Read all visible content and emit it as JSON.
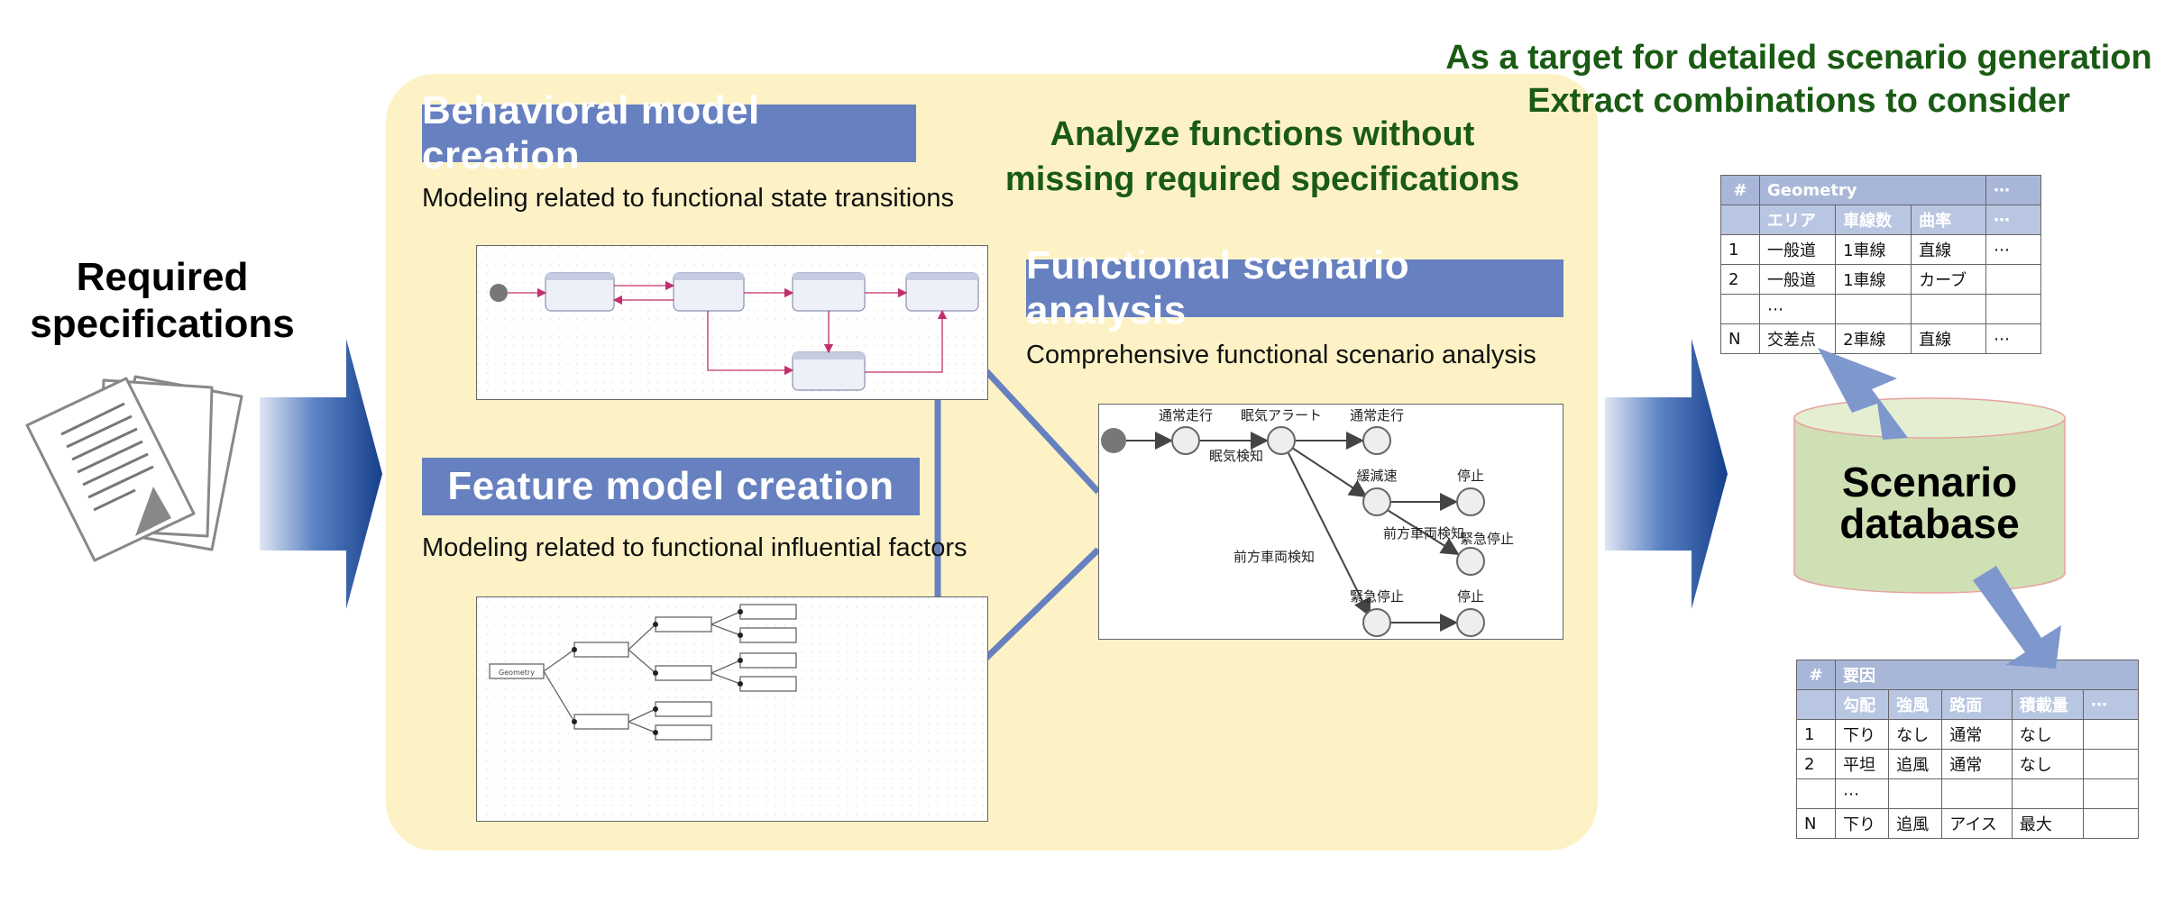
{
  "required": {
    "line1": "Required",
    "line2": "specifications"
  },
  "behavioral": {
    "title": "Behavioral model creation",
    "subtitle": "Modeling related to functional state transitions"
  },
  "feature": {
    "title": "Feature model creation",
    "subtitle": "Modeling related to functional influential factors"
  },
  "functional": {
    "title": "Functional scenario analysis",
    "subtitle": "Comprehensive functional scenario analysis"
  },
  "analyze": {
    "line1": "Analyze functions without",
    "line2": "missing required specifications"
  },
  "target": {
    "line1": "As a target for detailed scenario generation",
    "line2": "Extract combinations to consider"
  },
  "database": {
    "line1": "Scenario",
    "line2": "database"
  },
  "scenario_graph": {
    "top_labels": [
      "通常走行",
      "眠気アラート",
      "通常走行"
    ],
    "edge_label_drowsy": "眠気検知",
    "decel": "緩減速",
    "stop1": "停止",
    "front_detect": "前方車両検知",
    "emergency_stop": "緊急停止",
    "front_detect2": "前方車両検知",
    "emergency_stop2": "緊急停止",
    "stop2": "停止"
  },
  "table1": {
    "hash": "#",
    "group": "Geometry",
    "dots": "⋯",
    "cols": [
      "エリア",
      "車線数",
      "曲率"
    ],
    "rows": [
      {
        "n": "1",
        "a": "一般道",
        "b": "1車線",
        "c": "直線",
        "d": "⋯"
      },
      {
        "n": "2",
        "a": "一般道",
        "b": "1車線",
        "c": "カーブ",
        "d": ""
      },
      {
        "n": "",
        "a": "⋯",
        "b": "",
        "c": "",
        "d": ""
      },
      {
        "n": "N",
        "a": "交差点",
        "b": "2車線",
        "c": "直線",
        "d": "⋯"
      }
    ]
  },
  "table2": {
    "hash": "#",
    "group": "要因",
    "dots": "⋯",
    "cols": [
      "勾配",
      "強風",
      "路面",
      "積載量"
    ],
    "rows": [
      {
        "n": "1",
        "a": "下り",
        "b": "なし",
        "c": "通常",
        "d": "なし"
      },
      {
        "n": "2",
        "a": "平坦",
        "b": "追風",
        "c": "通常",
        "d": "なし"
      },
      {
        "n": "",
        "a": "⋯",
        "b": "",
        "c": "",
        "d": ""
      },
      {
        "n": "N",
        "a": "下り",
        "b": "追風",
        "c": "アイス",
        "d": "最大"
      }
    ]
  },
  "feature_tree": {
    "root": "Geometry"
  },
  "colors": {
    "panel": "#fdf2c6",
    "header_blue": "#6680c0",
    "green_text": "#1a5b14",
    "db_fill": "#cfe0b4",
    "arrow_blue": "#2f5da8"
  }
}
